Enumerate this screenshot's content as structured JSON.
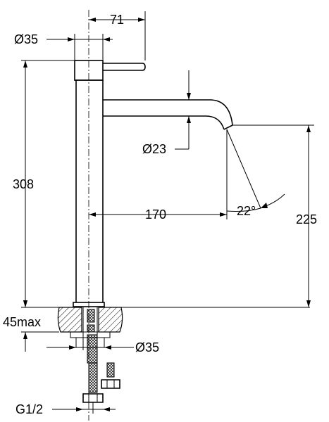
{
  "drawing": {
    "type": "tall basin mixer tap - technical dimension drawing",
    "dimensions": {
      "lever_reach": "71",
      "body_diameter_top": "Ø35",
      "total_height": "308",
      "spout_diameter": "Ø23",
      "spout_reach": "170",
      "outlet_angle": "22°",
      "spout_outlet_height": "225",
      "max_deck_thickness": "45max",
      "body_diameter_bottom": "Ø35",
      "connection_thread": "G1/2"
    },
    "colors": {
      "line": "#000000",
      "background": "#ffffff"
    }
  }
}
